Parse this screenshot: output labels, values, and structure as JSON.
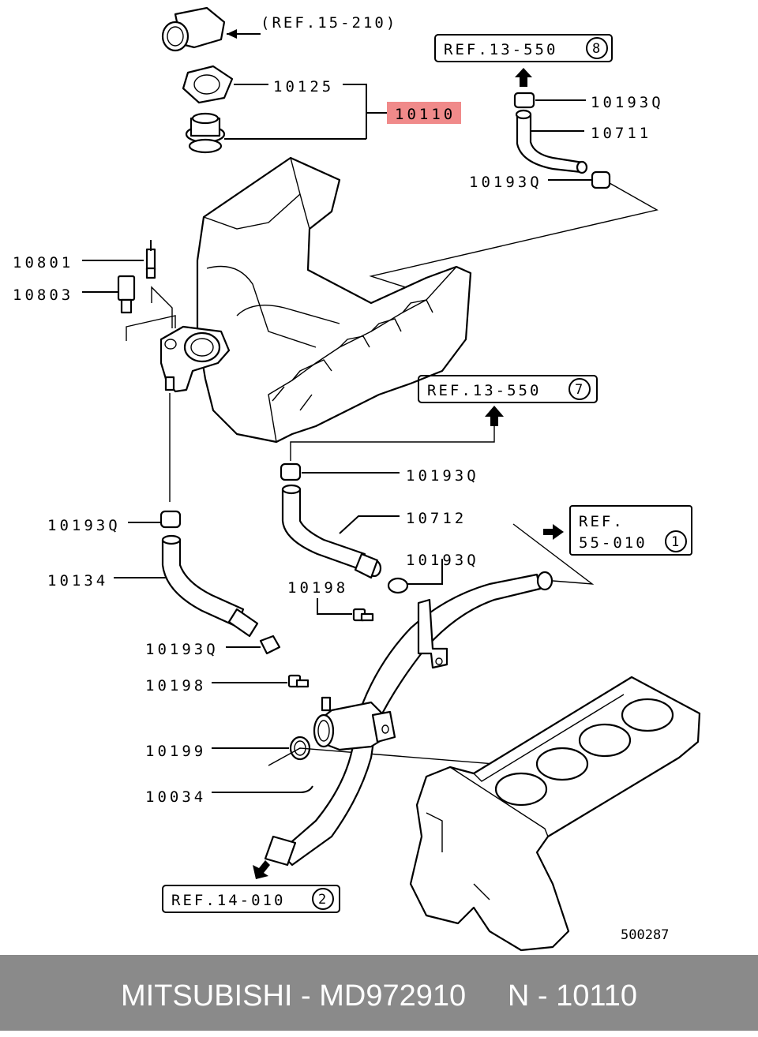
{
  "references": {
    "ref_15_210": "(REF.15-210)",
    "ref_13_550_8": {
      "text": "REF.13-550",
      "circle": "8"
    },
    "ref_13_550_7": {
      "text": "REF.13-550",
      "circle": "7"
    },
    "ref_55_010_1": {
      "line1": "REF.",
      "line2": "55-010",
      "circle": "1"
    },
    "ref_14_010_2": {
      "text": "REF.14-010",
      "circle": "2"
    }
  },
  "labels": {
    "p10125": "10125",
    "p10110": "10110",
    "p10193q_a": "10193Q",
    "p10711": "10711",
    "p10193q_b": "10193Q",
    "p10801": "10801",
    "p10803": "10803",
    "p10193q_c": "10193Q",
    "p10712": "10712",
    "p10193q_d": "10193Q",
    "p10193q_e": "10193Q",
    "p10198_a": "10198",
    "p10134": "10134",
    "p10193q_f": "10193Q",
    "p10198_b": "10198",
    "p10199": "10199",
    "p10034": "10034"
  },
  "diagram_id": "500287",
  "highlight_color": "#f08a8a",
  "footer": {
    "text": "MITSUBISHI - MD972910     N - 10110"
  }
}
